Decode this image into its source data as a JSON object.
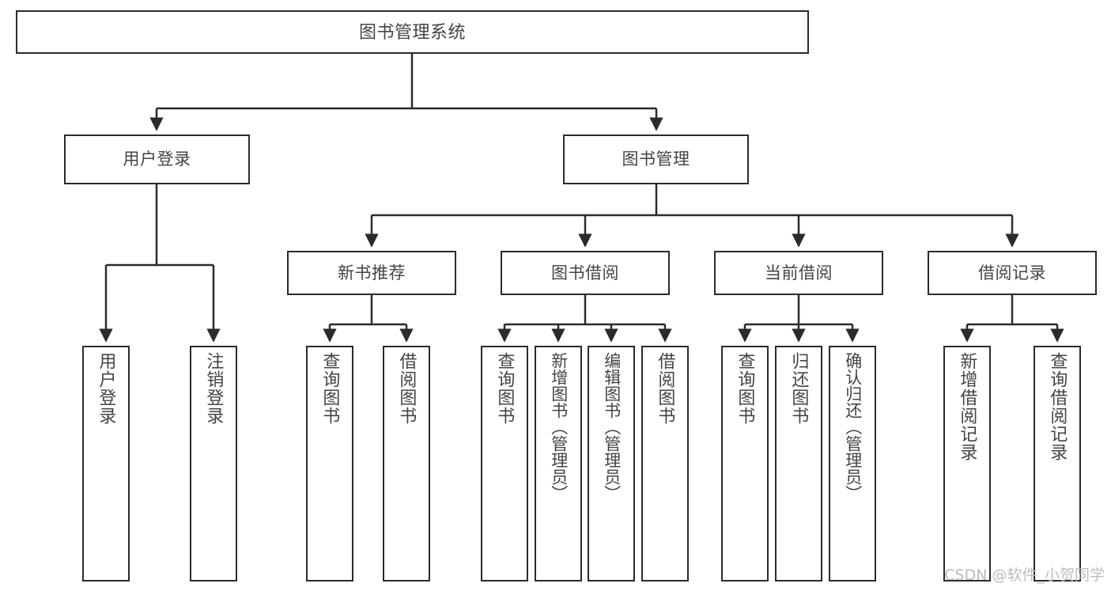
{
  "diagram": {
    "title": "图书管理系统",
    "root": {
      "id": "root",
      "label": "图书管理系统",
      "orientation": "horizontal"
    },
    "level1": [
      {
        "id": "user-login",
        "label": "用户登录",
        "orientation": "horizontal"
      },
      {
        "id": "book-manage",
        "label": "图书管理",
        "orientation": "horizontal"
      }
    ],
    "level2": [
      {
        "id": "new-book-recommend",
        "label": "新书推荐",
        "orientation": "horizontal",
        "parent": "book-manage"
      },
      {
        "id": "book-borrow",
        "label": "图书借阅",
        "orientation": "horizontal",
        "parent": "book-manage"
      },
      {
        "id": "current-borrow",
        "label": "当前借阅",
        "orientation": "horizontal",
        "parent": "book-manage"
      },
      {
        "id": "borrow-record",
        "label": "借阅记录",
        "orientation": "horizontal",
        "parent": "book-manage"
      }
    ],
    "leaves": [
      {
        "id": "leaf-user-login",
        "label": "用户登录",
        "orientation": "vertical",
        "parent": "user-login"
      },
      {
        "id": "leaf-logout",
        "label": "注销登录",
        "orientation": "vertical",
        "parent": "user-login"
      },
      {
        "id": "leaf-query-book-1",
        "label": "查询图书",
        "orientation": "vertical",
        "parent": "new-book-recommend"
      },
      {
        "id": "leaf-borrow-book-1",
        "label": "借阅图书",
        "orientation": "vertical",
        "parent": "new-book-recommend"
      },
      {
        "id": "leaf-query-book-2",
        "label": "查询图书",
        "orientation": "vertical",
        "parent": "book-borrow"
      },
      {
        "id": "leaf-add-book",
        "label": "新增图书（管理员）",
        "orientation": "vertical",
        "parent": "book-borrow"
      },
      {
        "id": "leaf-edit-book",
        "label": "编辑图书（管理员）",
        "orientation": "vertical",
        "parent": "book-borrow"
      },
      {
        "id": "leaf-borrow-book-2",
        "label": "借阅图书",
        "orientation": "vertical",
        "parent": "book-borrow"
      },
      {
        "id": "leaf-query-book-3",
        "label": "查询图书",
        "orientation": "vertical",
        "parent": "current-borrow"
      },
      {
        "id": "leaf-return-book",
        "label": "归还图书",
        "orientation": "vertical",
        "parent": "current-borrow"
      },
      {
        "id": "leaf-confirm-return",
        "label": "确认归还（管理员）",
        "orientation": "vertical",
        "parent": "current-borrow"
      },
      {
        "id": "leaf-add-record",
        "label": "新增借阅记录",
        "orientation": "vertical",
        "parent": "borrow-record"
      },
      {
        "id": "leaf-query-record",
        "label": "查询借阅记录",
        "orientation": "vertical",
        "parent": "borrow-record"
      }
    ],
    "colors": {
      "box_border": "#2b2b2b",
      "box_fill": "#ffffff",
      "text": "#444444",
      "connector": "#2b2b2b",
      "watermark": "#bcbcbc",
      "background": "#ffffff"
    }
  },
  "watermark": {
    "text": "CSDN @软件_小贺同学"
  }
}
